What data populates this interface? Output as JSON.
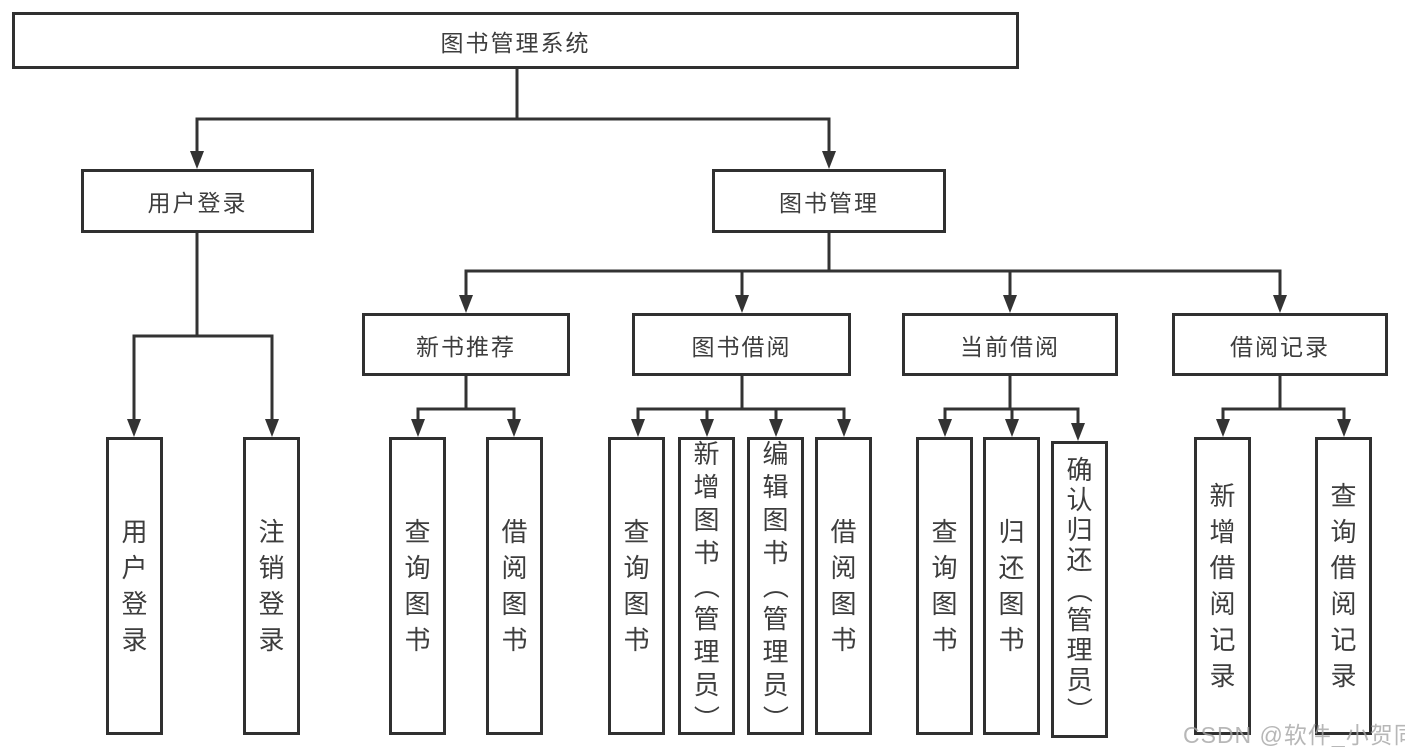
{
  "diagram_type": "hierarchy-tree",
  "tree": {
    "root": {
      "label": "图书管理系统",
      "children": [
        {
          "label": "用户登录",
          "children": [
            {
              "label": "用户登录"
            },
            {
              "label": "注销登录"
            }
          ]
        },
        {
          "label": "图书管理",
          "children": [
            {
              "label": "新书推荐",
              "children": [
                {
                  "label": "查询图书"
                },
                {
                  "label": "借阅图书"
                }
              ]
            },
            {
              "label": "图书借阅",
              "children": [
                {
                  "label": "查询图书"
                },
                {
                  "label": "新增图书（管理员）"
                },
                {
                  "label": "编辑图书（管理员）"
                },
                {
                  "label": "借阅图书"
                }
              ]
            },
            {
              "label": "当前借阅",
              "children": [
                {
                  "label": "查询图书"
                },
                {
                  "label": "归还图书"
                },
                {
                  "label": "确认归还（管理员）"
                }
              ]
            },
            {
              "label": "借阅记录",
              "children": [
                {
                  "label": "新增借阅记录"
                },
                {
                  "label": "查询借阅记录"
                }
              ]
            }
          ]
        }
      ]
    }
  },
  "watermark": "CSDN @软件_小贺同学",
  "colors": {
    "line": "#333333",
    "node_border": "#303030",
    "node_text": "#3d3d3d",
    "watermark": "#a6a6a6",
    "background": "#ffffff"
  }
}
